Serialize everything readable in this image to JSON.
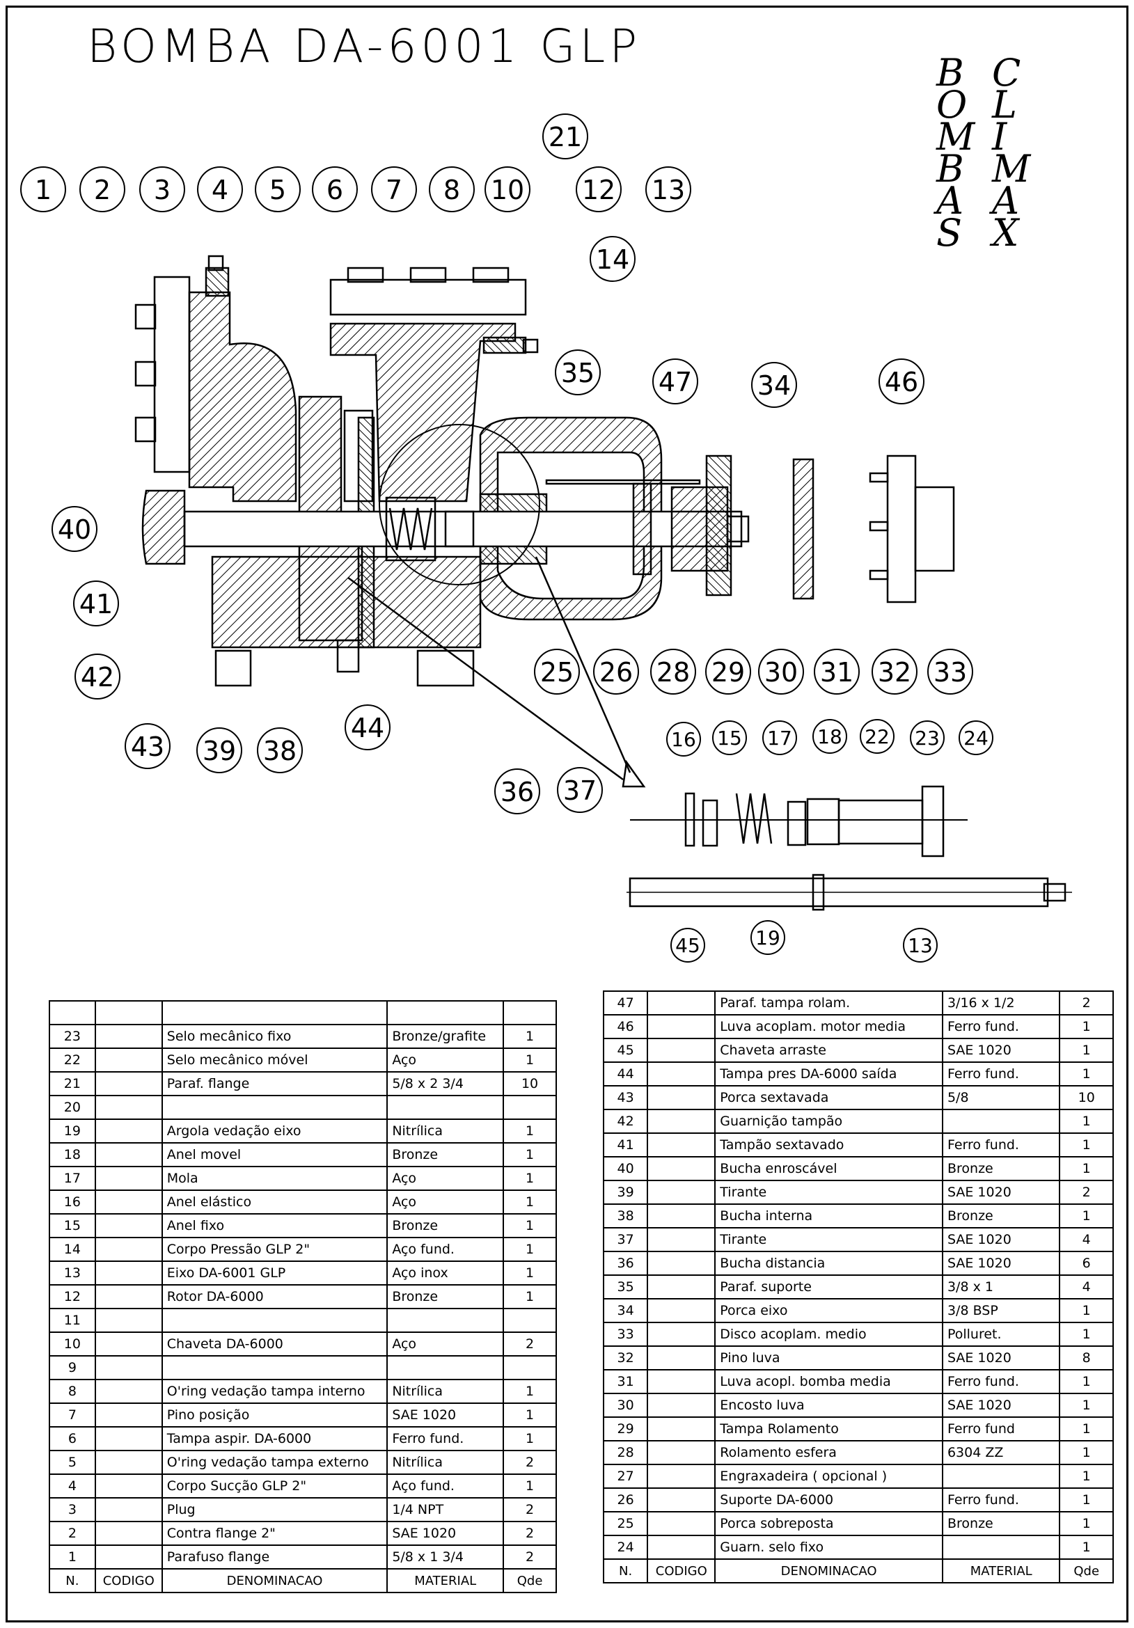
{
  "title": "BOMBA  DA-6001 GLP",
  "logo": {
    "left": [
      "B",
      "O",
      "M",
      "B",
      "A",
      "S"
    ],
    "right": [
      "C",
      "L",
      "I",
      "M",
      "A",
      "X"
    ]
  },
  "callouts": [
    "1",
    "2",
    "3",
    "4",
    "5",
    "6",
    "7",
    "8",
    "10",
    "21",
    "12",
    "13",
    "14",
    "35",
    "47",
    "34",
    "46",
    "40",
    "41",
    "42",
    "43",
    "39",
    "38",
    "44",
    "36",
    "37",
    "25",
    "26",
    "28",
    "29",
    "30",
    "31",
    "32",
    "33",
    "16",
    "15",
    "17",
    "18",
    "22",
    "23",
    "24",
    "45",
    "19",
    "13"
  ],
  "table_left": {
    "header": {
      "n": "N.",
      "codigo": "CODIGO",
      "denominacao": "DENOMINACAO",
      "material": "MATERIAL",
      "qde": "Qde"
    },
    "rows": [
      {
        "n": "",
        "denominacao": "",
        "material": "",
        "qde": ""
      },
      {
        "n": "23",
        "denominacao": "Selo mecânico fixo",
        "material": "Bronze/grafite",
        "qde": "1"
      },
      {
        "n": "22",
        "denominacao": "Selo mecânico móvel",
        "material": "Aço",
        "qde": "1"
      },
      {
        "n": "21",
        "denominacao": "Paraf. flange",
        "material": "5/8 x 2 3/4",
        "qde": "10"
      },
      {
        "n": "20",
        "denominacao": "",
        "material": "",
        "qde": ""
      },
      {
        "n": "19",
        "denominacao": "Argola vedação eixo",
        "material": "Nitrílica",
        "qde": "1"
      },
      {
        "n": "18",
        "denominacao": "Anel movel",
        "material": "Bronze",
        "qde": "1"
      },
      {
        "n": "17",
        "denominacao": "Mola",
        "material": "Aço",
        "qde": "1"
      },
      {
        "n": "16",
        "denominacao": "Anel elástico",
        "material": "Aço",
        "qde": "1"
      },
      {
        "n": "15",
        "denominacao": "Anel fixo",
        "material": "Bronze",
        "qde": "1"
      },
      {
        "n": "14",
        "denominacao": "Corpo Pressão GLP 2\"",
        "material": "Aço fund.",
        "qde": "1"
      },
      {
        "n": "13",
        "denominacao": "Eixo DA-6001 GLP",
        "material": "Aço inox",
        "qde": "1"
      },
      {
        "n": "12",
        "denominacao": "Rotor DA-6000",
        "material": "Bronze",
        "qde": "1"
      },
      {
        "n": "11",
        "denominacao": "",
        "material": "",
        "qde": ""
      },
      {
        "n": "10",
        "denominacao": "Chaveta DA-6000",
        "material": "Aço",
        "qde": "2"
      },
      {
        "n": "9",
        "denominacao": "",
        "material": "",
        "qde": ""
      },
      {
        "n": "8",
        "denominacao": "O'ring vedação tampa interno",
        "material": "Nitrílica",
        "qde": "1"
      },
      {
        "n": "7",
        "denominacao": "Pino posição",
        "material": "SAE 1020",
        "qde": "1"
      },
      {
        "n": "6",
        "denominacao": "Tampa aspir. DA-6000",
        "material": "Ferro fund.",
        "qde": "1"
      },
      {
        "n": "5",
        "denominacao": "O'ring vedação tampa externo",
        "material": "Nitrílica",
        "qde": "2"
      },
      {
        "n": "4",
        "denominacao": "Corpo Sucção GLP 2\"",
        "material": "Aço fund.",
        "qde": "1"
      },
      {
        "n": "3",
        "denominacao": "Plug",
        "material": "1/4 NPT",
        "qde": "2"
      },
      {
        "n": "2",
        "denominacao": "Contra flange 2\"",
        "material": "SAE 1020",
        "qde": "2"
      },
      {
        "n": "1",
        "denominacao": "Parafuso flange",
        "material": "5/8 x 1 3/4",
        "qde": "2"
      }
    ]
  },
  "table_right": {
    "header": {
      "n": "N.",
      "codigo": "CODIGO",
      "denominacao": "DENOMINACAO",
      "material": "MATERIAL",
      "qde": "Qde"
    },
    "rows": [
      {
        "n": "47",
        "denominacao": "Paraf. tampa rolam.",
        "material": "3/16 x 1/2",
        "qde": "2"
      },
      {
        "n": "46",
        "denominacao": "Luva acoplam. motor media",
        "material": "Ferro fund.",
        "qde": "1"
      },
      {
        "n": "45",
        "denominacao": "Chaveta arraste",
        "material": "SAE 1020",
        "qde": "1"
      },
      {
        "n": "44",
        "denominacao": "Tampa pres DA-6000 saída",
        "material": "Ferro fund.",
        "qde": "1"
      },
      {
        "n": "43",
        "denominacao": "Porca sextavada",
        "material": "5/8",
        "qde": "10"
      },
      {
        "n": "42",
        "denominacao": "Guarnição tampão",
        "material": "",
        "qde": "1"
      },
      {
        "n": "41",
        "denominacao": "Tampão sextavado",
        "material": "Ferro fund.",
        "qde": "1"
      },
      {
        "n": "40",
        "denominacao": "Bucha enroscável",
        "material": "Bronze",
        "qde": "1"
      },
      {
        "n": "39",
        "denominacao": "Tirante",
        "material": "SAE 1020",
        "qde": "2"
      },
      {
        "n": "38",
        "denominacao": "Bucha interna",
        "material": "Bronze",
        "qde": "1"
      },
      {
        "n": "37",
        "denominacao": "Tirante",
        "material": "SAE 1020",
        "qde": "4"
      },
      {
        "n": "36",
        "denominacao": "Bucha distancia",
        "material": "SAE 1020",
        "qde": "6"
      },
      {
        "n": "35",
        "denominacao": "Paraf. suporte",
        "material": "3/8 x 1",
        "qde": "4"
      },
      {
        "n": "34",
        "denominacao": "Porca eixo",
        "material": "3/8 BSP",
        "qde": "1"
      },
      {
        "n": "33",
        "denominacao": "Disco acoplam. medio",
        "material": "Polluret.",
        "qde": "1"
      },
      {
        "n": "32",
        "denominacao": "Pino luva",
        "material": "SAE 1020",
        "qde": "8"
      },
      {
        "n": "31",
        "denominacao": "Luva acopl. bomba media",
        "material": "Ferro fund.",
        "qde": "1"
      },
      {
        "n": "30",
        "denominacao": "Encosto luva",
        "material": "SAE 1020",
        "qde": "1"
      },
      {
        "n": "29",
        "denominacao": "Tampa Rolamento",
        "material": "Ferro fund",
        "qde": "1"
      },
      {
        "n": "28",
        "denominacao": "Rolamento esfera",
        "material": "6304 ZZ",
        "qde": "1"
      },
      {
        "n": "27",
        "denominacao": "Engraxadeira ( opcional )",
        "material": "",
        "qde": "1"
      },
      {
        "n": "26",
        "denominacao": "Suporte DA-6000",
        "material": "Ferro fund.",
        "qde": "1"
      },
      {
        "n": "25",
        "denominacao": "Porca sobreposta",
        "material": "Bronze",
        "qde": "1"
      },
      {
        "n": "24",
        "denominacao": "Guarn. selo fixo",
        "material": "",
        "qde": "1"
      }
    ]
  }
}
